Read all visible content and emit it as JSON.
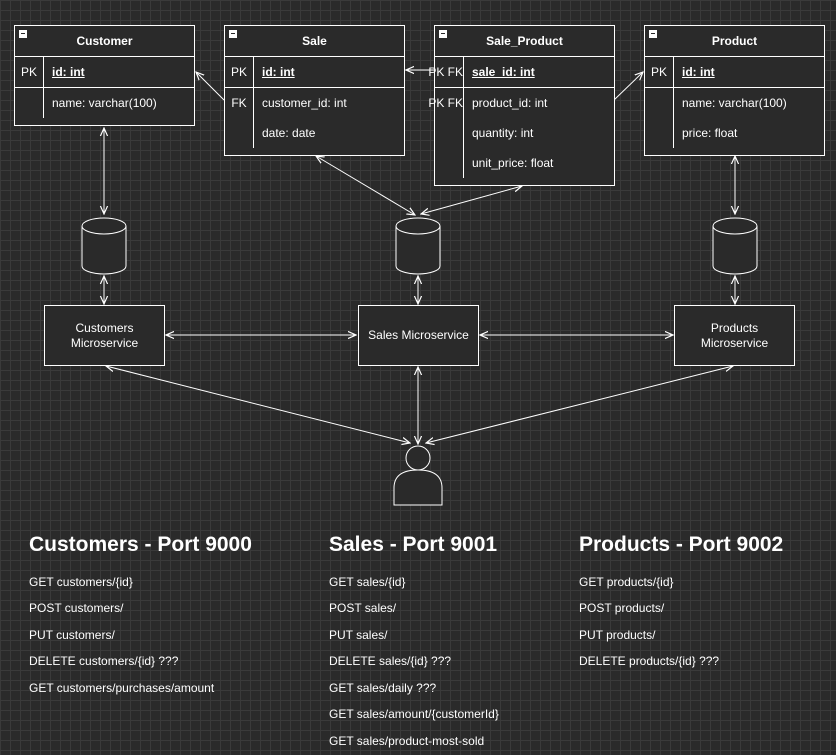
{
  "tables": {
    "customer": {
      "title": "Customer",
      "rows": [
        {
          "key": "PK",
          "text": "id: int"
        },
        {
          "key": "",
          "text": "name: varchar(100)"
        }
      ]
    },
    "sale": {
      "title": "Sale",
      "rows": [
        {
          "key": "PK",
          "text": "id: int"
        },
        {
          "key": "FK",
          "text": "customer_id: int"
        },
        {
          "key": "",
          "text": "date: date"
        }
      ]
    },
    "sale_product": {
      "title": "Sale_Product",
      "rows": [
        {
          "key": "PK FK",
          "text": "sale_id: int"
        },
        {
          "key": "PK FK",
          "text": "product_id: int"
        },
        {
          "key": "",
          "text": "quantity: int"
        },
        {
          "key": "",
          "text": "unit_price: float"
        }
      ]
    },
    "product": {
      "title": "Product",
      "rows": [
        {
          "key": "PK",
          "text": "id: int"
        },
        {
          "key": "",
          "text": "name: varchar(100)"
        },
        {
          "key": "",
          "text": "price: float"
        }
      ]
    }
  },
  "services": {
    "customers": "Customers\nMicroservice",
    "sales": "Sales Microservice",
    "products": "Products\nMicroservice"
  },
  "apis": {
    "customers": {
      "heading": "Customers - Port 9000",
      "endpoints": [
        "GET customers/{id}",
        "POST customers/",
        "PUT customers/",
        "DELETE customers/{id} ???",
        "GET customers/purchases/amount"
      ]
    },
    "sales": {
      "heading": "Sales - Port 9001",
      "endpoints": [
        "GET sales/{id}",
        "POST sales/",
        "PUT sales/",
        "DELETE sales/{id} ???",
        "GET sales/daily ???",
        "GET sales/amount/{customerId}",
        "GET sales/product-most-sold"
      ]
    },
    "products": {
      "heading": "Products - Port 9002",
      "endpoints": [
        "GET products/{id}",
        "POST products/",
        "PUT products/",
        "DELETE products/{id} ???"
      ]
    }
  },
  "colors": {
    "background": "#2a2a2a",
    "grid": "#3a3a3a",
    "stroke": "#ffffff"
  }
}
